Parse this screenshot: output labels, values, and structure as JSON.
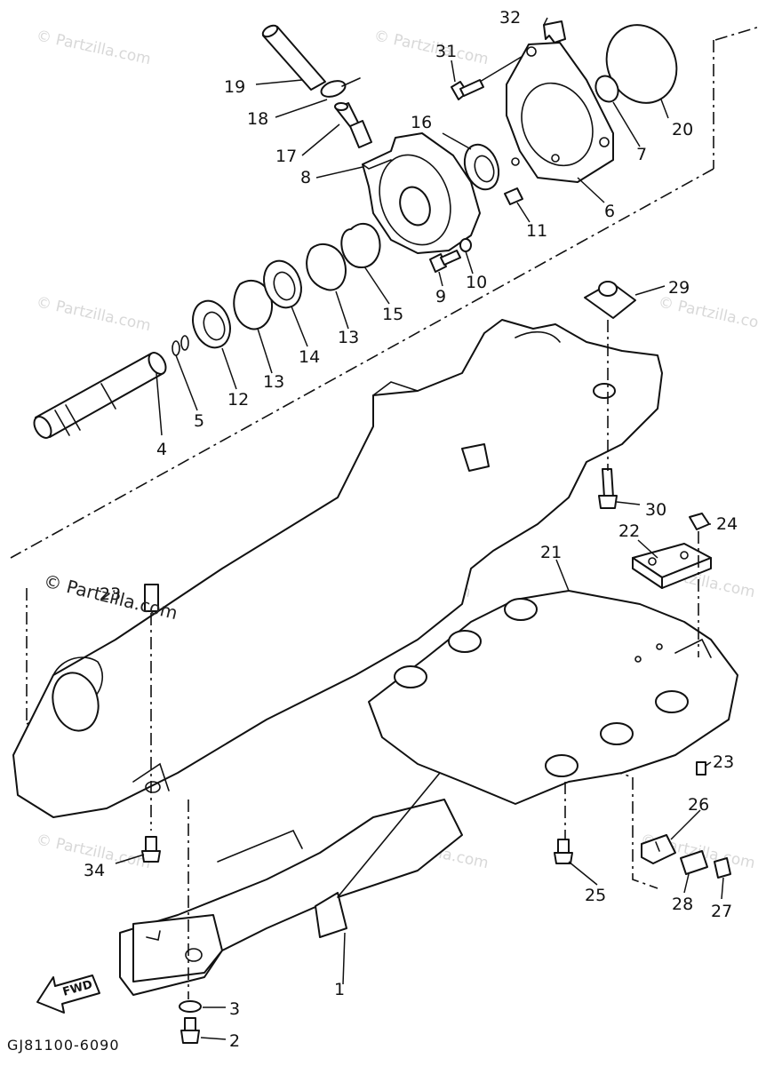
{
  "watermark": {
    "repeated_text": "© Partzilla.com",
    "main_text": "© Partzilla.com"
  },
  "diagram_code": "GJ81100-6090",
  "fwd_label": "FWD",
  "callouts": {
    "c1": "1",
    "c2": "2",
    "c3": "3",
    "c4": "4",
    "c5": "5",
    "c6": "6",
    "c7": "7",
    "c8": "8",
    "c9": "9",
    "c10": "10",
    "c11": "11",
    "c12": "12",
    "c13a": "13",
    "c13b": "13",
    "c14": "14",
    "c15": "15",
    "c16": "16",
    "c17": "17",
    "c18": "18",
    "c19": "19",
    "c20": "20",
    "c21": "21",
    "c22": "22",
    "c23a": "23",
    "c23b": "23",
    "c24": "24",
    "c25": "25",
    "c26": "26",
    "c27": "27",
    "c28": "28",
    "c29": "29",
    "c30": "30",
    "c31": "31",
    "c32": "32",
    "c34": "34"
  }
}
